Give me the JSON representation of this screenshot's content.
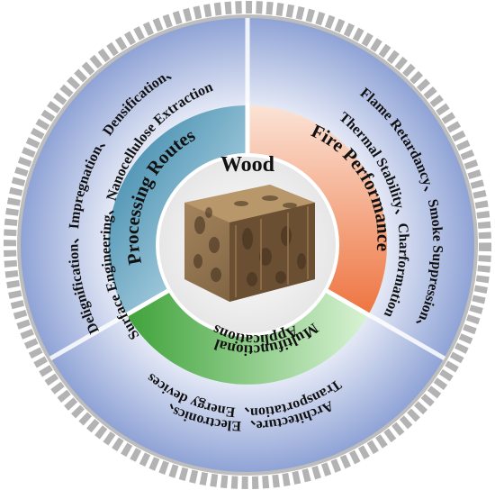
{
  "center": {
    "title": "Wood"
  },
  "segments": [
    {
      "label": "Processing Routes",
      "color": "#4f9fbd",
      "outer_lines": [
        "Delignification、Impregnation、Densification、",
        "Surface Engineering、Nanocellulose Extraction"
      ]
    },
    {
      "label": "Fire Performance",
      "color": "#ef7e4f",
      "outer_lines": [
        "Flame Retardancy、Smoke Suppression、",
        "Thermal Stability、Charformation"
      ]
    },
    {
      "label_lines": [
        "Multifunctional",
        "Applications"
      ],
      "color": "#5fbf55",
      "outer_lines": [
        "Architecture、Electronics、",
        "Transportation、Energy devices"
      ]
    }
  ],
  "colors": {
    "outer_ring": "#8fa3d6",
    "gear": "#b3b3b3"
  },
  "icons": {
    "center_image": "wood-block-icon"
  }
}
